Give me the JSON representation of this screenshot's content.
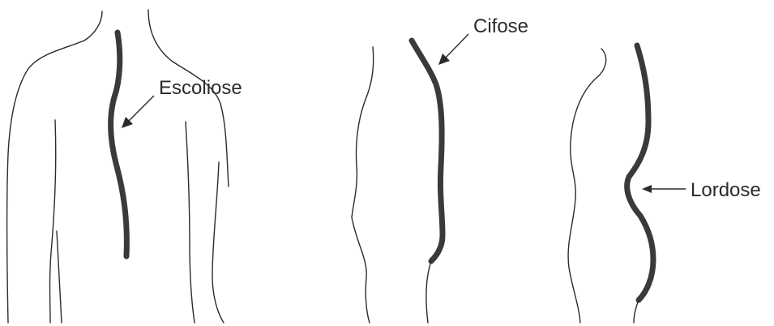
{
  "labels": {
    "scoliosis": "Escoliose",
    "kyphosis": "Cifose",
    "lordosis": "Lordose"
  },
  "colors": {
    "outline": "#2b2b2b",
    "spine": "#3a3a3a",
    "background": "#ffffff"
  }
}
